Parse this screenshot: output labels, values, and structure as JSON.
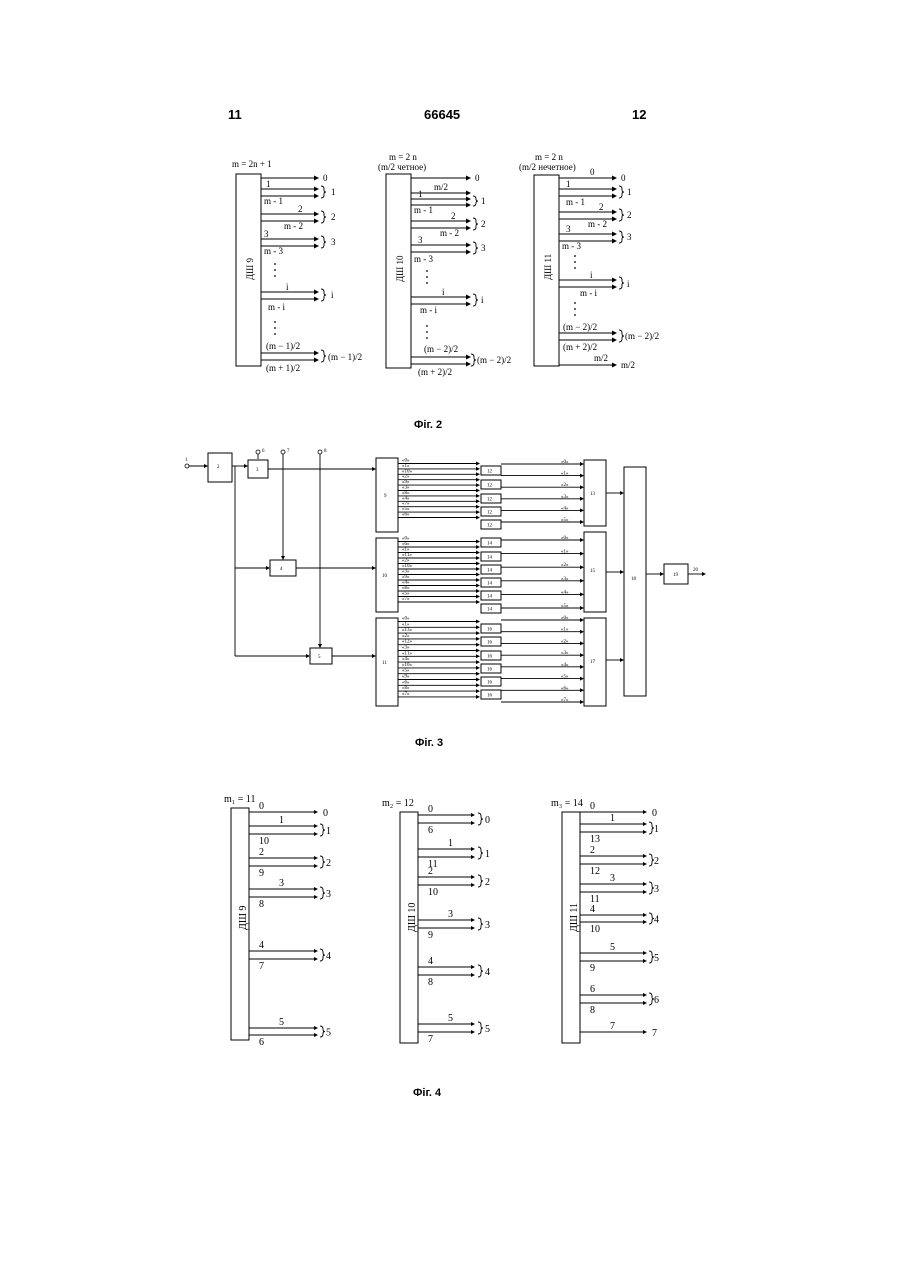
{
  "header": {
    "left": "11",
    "center": "66645",
    "right": "12"
  },
  "fig2": {
    "caption": "Фіг. 2",
    "panels": [
      {
        "title": "m = 2n + 1",
        "block": "ДШ 9",
        "lines": [
          {
            "top": "",
            "bot": "",
            "out": "0"
          },
          {
            "top": "1",
            "bot": "m - 1",
            "out": "1"
          },
          {
            "top": "2",
            "bot": "m - 2",
            "out": "2"
          },
          {
            "top": "3",
            "bot": "m - 3",
            "out": "3"
          },
          {
            "top": "i",
            "bot": "m - i",
            "out": "i"
          },
          {
            "top": "(m − 1)/2",
            "bot": "(m + 1)/2",
            "out": "(m − 1)/2"
          }
        ]
      },
      {
        "title": "m = 2 n",
        "subtitle": "(m/2 четное)",
        "block": "ДШ 10",
        "lines": [
          {
            "top": "",
            "bot": "m/2",
            "out": "0"
          },
          {
            "top": "1",
            "bot": "m - 1",
            "out": "1"
          },
          {
            "top": "2",
            "bot": "m - 2",
            "out": "2"
          },
          {
            "top": "3",
            "bot": "m - 3",
            "out": "3"
          },
          {
            "top": "i",
            "bot": "m - i",
            "out": "i"
          },
          {
            "top": "(m − 2)/2",
            "bot": "(m + 2)/2",
            "out": "(m − 2)/2"
          }
        ]
      },
      {
        "title": "m = 2 n",
        "subtitle": "(m/2 нечетное)",
        "block": "ДШ 11",
        "lines": [
          {
            "top": "0",
            "bot": "",
            "out": "0"
          },
          {
            "top": "1",
            "bot": "m - 1",
            "out": "1"
          },
          {
            "top": "2",
            "bot": "m - 2",
            "out": "2"
          },
          {
            "top": "3",
            "bot": "m - 3",
            "out": "3"
          },
          {
            "top": "i",
            "bot": "m - i",
            "out": "i"
          },
          {
            "top": "(m − 2)/2",
            "bot": "(m + 2)/2",
            "out": "(m − 2)/2"
          },
          {
            "top": "m/2",
            "bot": "",
            "out": "m/2"
          }
        ]
      }
    ]
  },
  "fig3": {
    "caption": "Фіг. 3",
    "labels": {
      "input": "1",
      "b2": "2",
      "b3": "3",
      "b4": "4",
      "b5": "5",
      "i6": "6",
      "i7": "7",
      "i8": "8",
      "b9": "9",
      "b10": "10",
      "b11": "11",
      "b12": "12",
      "b13": "13",
      "b14": "14",
      "b15": "15",
      "b16": "16",
      "b17": "17",
      "b18": "18",
      "b19": "19",
      "out": "20"
    },
    "left_top": [
      "«0»",
      "«1»",
      "«10»",
      "«2»",
      "«9»",
      "«3»",
      "«8»",
      "«4»",
      "«7»",
      "«5»",
      "«6»"
    ],
    "right_top": [
      "«0»",
      "«1»",
      "«2»",
      "«3»",
      "«4»",
      "«5»"
    ],
    "left_mid": [
      "«0»",
      "«6»",
      "«1»",
      "«11»",
      "«2»",
      "«10»",
      "«3»",
      "«9»",
      "«4»",
      "«8»",
      "«5»",
      "«7»"
    ],
    "right_mid": [
      "«0»",
      "«1»",
      "«2»",
      "«3»",
      "«4»",
      "«5»"
    ],
    "left_bot": [
      "«0»",
      "«1»",
      "«13»",
      "«2»",
      "«12»",
      "«3»",
      "«11»",
      "«4»",
      "«10»",
      "«5»",
      "«9»",
      "«6»",
      "«8»",
      "«7»"
    ],
    "right_bot": [
      "«0»",
      "«1»",
      "«2»",
      "«3»",
      "«4»",
      "«5»",
      "«6»",
      "«7»"
    ]
  },
  "fig4": {
    "caption": "Фіг. 4",
    "panels": [
      {
        "title": "m₁ = 11",
        "block": "ДШ 9",
        "pairs": [
          [
            "0",
            ""
          ],
          [
            "1",
            "10"
          ],
          [
            "2",
            "9"
          ],
          [
            "3",
            "8"
          ],
          [
            "4",
            "7"
          ],
          [
            "5",
            "6"
          ]
        ],
        "outs": [
          "0",
          "1",
          "2",
          "3",
          "4",
          "5"
        ]
      },
      {
        "title": "m₂ = 12",
        "block": "ДШ 10",
        "pairs": [
          [
            "0",
            "6"
          ],
          [
            "1",
            "11"
          ],
          [
            "2",
            "10"
          ],
          [
            "3",
            "9"
          ],
          [
            "4",
            "8"
          ],
          [
            "5",
            "7"
          ]
        ],
        "outs": [
          "0",
          "1",
          "2",
          "3",
          "4",
          "5"
        ]
      },
      {
        "title": "m₃ = 14",
        "block": "ДШ 11",
        "pairs": [
          [
            "0",
            ""
          ],
          [
            "1",
            "13"
          ],
          [
            "2",
            "12"
          ],
          [
            "3",
            "11"
          ],
          [
            "4",
            "10"
          ],
          [
            "5",
            "9"
          ],
          [
            "6",
            "8"
          ],
          [
            "7",
            ""
          ]
        ],
        "outs": [
          "0",
          "1",
          "2",
          "3",
          "4",
          "5",
          "6",
          "7"
        ]
      }
    ]
  }
}
